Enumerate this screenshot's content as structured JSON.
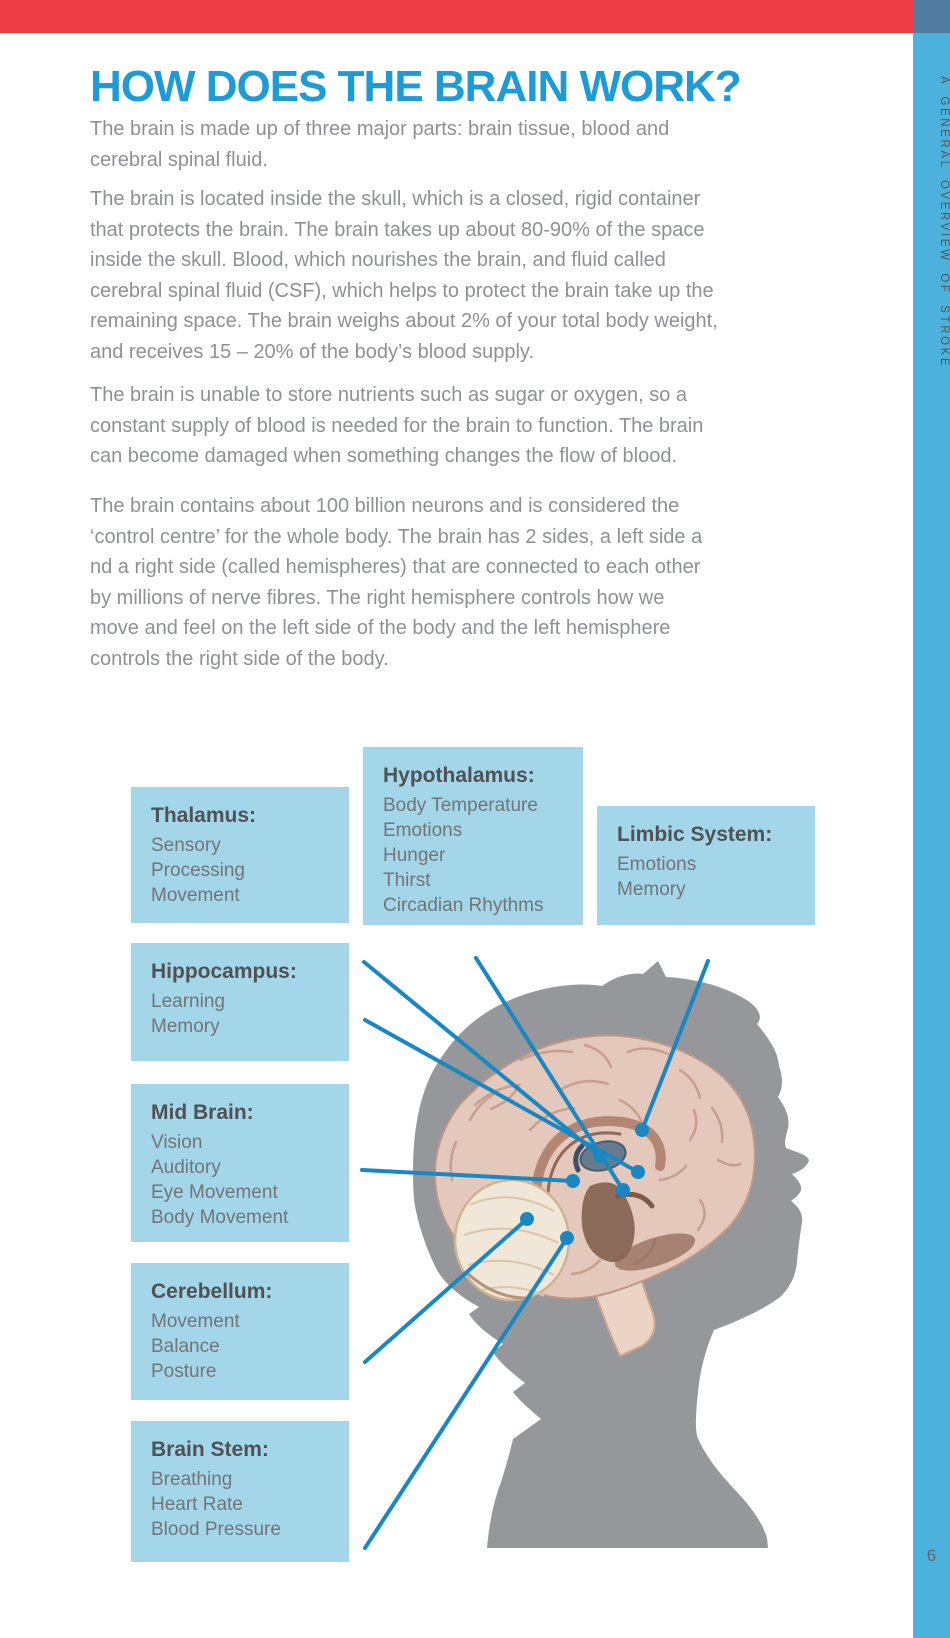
{
  "header": {
    "title": "HOW DOES THE BRAIN WORK?"
  },
  "sidebar": {
    "vertical_label": "A GENERAL OVERVIEW OF STROKE",
    "page_number": "6"
  },
  "paragraphs": {
    "p1": "The brain is made up of three major parts: brain tissue, blood and\ncerebral spinal fluid.",
    "p2": "The brain is located inside the skull, which is a closed, rigid container\nthat protects the brain. The brain takes up about 80-90% of the space\ninside the skull. Blood, which nourishes the brain, and fluid called\ncerebral spinal fluid (CSF), which helps to protect the brain take up the\nremaining space. The brain weighs about 2% of your total body weight,\nand receives 15 – 20% of the body’s blood supply.",
    "p3": "The brain is unable to store nutrients such as sugar or oxygen, so a\nconstant supply of blood is needed for the brain to function. The brain\ncan become damaged when something changes the flow of blood.",
    "p4": "The brain contains about 100 billion neurons and is considered the\n‘control centre’ for the whole body. The brain has 2 sides, a left side a\nnd a right side (called hemispheres) that are connected to each other\nby millions of nerve fibres. The right hemisphere controls how we\nmove and feel on the left side of the body and the left hemisphere\ncontrols the right side of the body."
  },
  "callouts": [
    {
      "id": "thalamus",
      "title": "Thalamus:",
      "items": [
        "Sensory",
        "Processing",
        "Movement"
      ]
    },
    {
      "id": "hypothalamus",
      "title": "Hypothalamus:",
      "items": [
        "Body Temperature",
        "Emotions",
        "Hunger",
        "Thirst",
        "Circadian Rhythms"
      ]
    },
    {
      "id": "limbic-system",
      "title": "Limbic System:",
      "items": [
        "Emotions",
        "Memory"
      ]
    },
    {
      "id": "hippocampus",
      "title": "Hippocampus:",
      "items": [
        "Learning",
        "Memory"
      ]
    },
    {
      "id": "mid-brain",
      "title": "Mid Brain:",
      "items": [
        "Vision",
        "Auditory",
        "Eye Movement",
        "Body Movement"
      ]
    },
    {
      "id": "cerebellum",
      "title": "Cerebellum:",
      "items": [
        "Movement",
        "Balance",
        "Posture"
      ]
    },
    {
      "id": "brain-stem",
      "title": "Brain Stem:",
      "items": [
        "Breathing",
        "Heart Rate",
        "Blood Pressure"
      ]
    }
  ],
  "colors": {
    "top_bar_red": "#ee3d44",
    "rail_blue": "#4cb2dc",
    "rail_top_slate": "#507d9f",
    "title_blue": "#1d9bd7",
    "body_text_gray": "#8e9093",
    "callout_bg_blue": "#a3d6e9",
    "callout_title_gray": "#505154",
    "callout_item_gray": "#737477",
    "silhouette_gray": "#95979a",
    "pointer_line_blue": "#1987c1",
    "brain_salmon": "#e4c8bb",
    "cerebellum_cream": "#f1e7d9"
  }
}
